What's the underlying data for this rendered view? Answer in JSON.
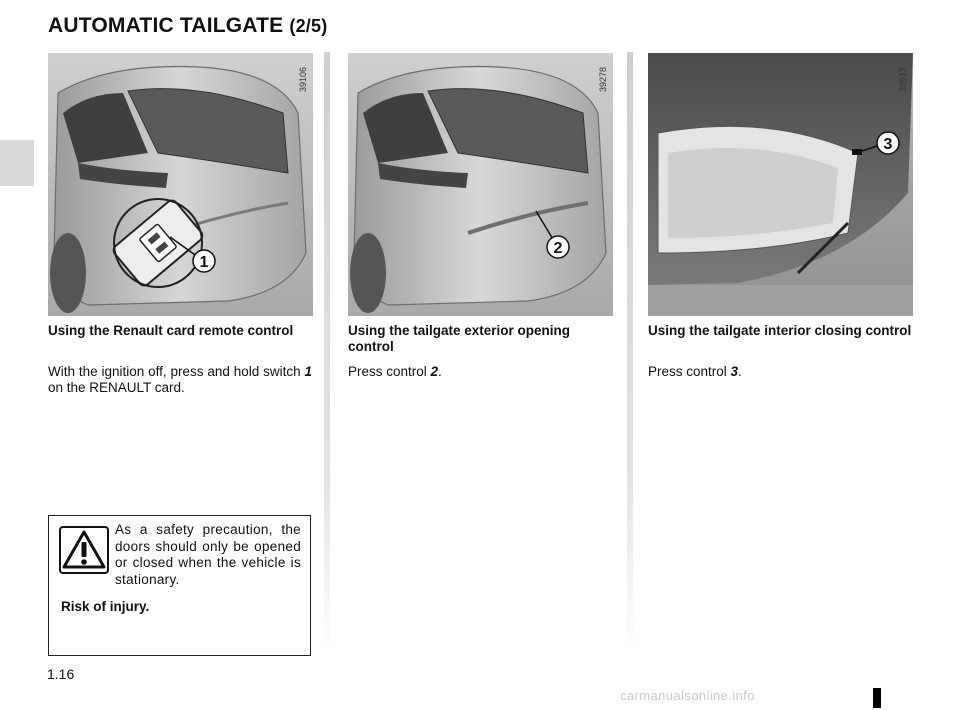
{
  "title": {
    "main": "AUTOMATIC TAILGATE",
    "part": "(2/5)"
  },
  "columns": [
    {
      "ref_code": "39106",
      "callout": "1",
      "heading": "Using the Renault card remote control",
      "body_parts": [
        "With the ignition off, press and hold switch ",
        "1",
        " on the RENAULT card."
      ]
    },
    {
      "ref_code": "39278",
      "callout": "2",
      "heading": "Using the tailgate exterior opening control",
      "body_parts": [
        "Press control ",
        "2",
        "."
      ]
    },
    {
      "ref_code": "39513",
      "callout": "3",
      "heading": "Using the tailgate interior closing control",
      "body_parts": [
        "Press control ",
        "3",
        "."
      ]
    }
  ],
  "warning": {
    "icon": "warning-triangle-icon",
    "text": "As a safety precaution, the doors should only be opened or closed when the vehicle is stationary.",
    "risk": "Risk of injury."
  },
  "page_number": "1.16",
  "watermark": "carmanualsonline.info"
}
